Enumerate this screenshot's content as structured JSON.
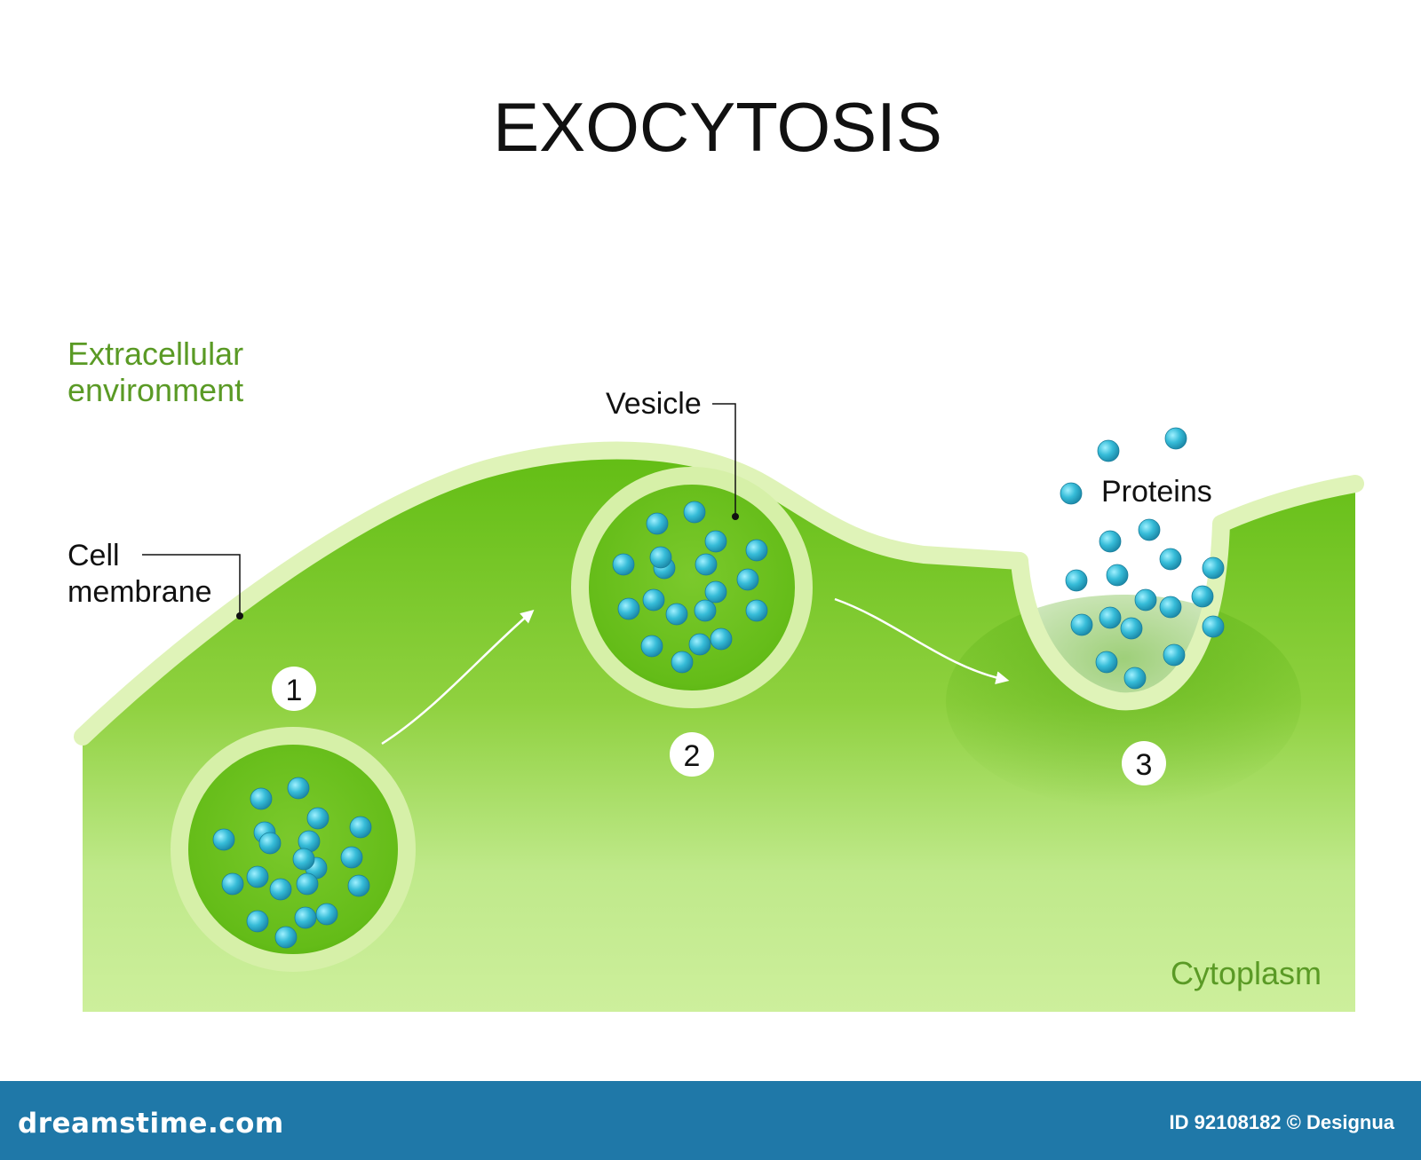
{
  "title": "EXOCYTOSIS",
  "labels": {
    "extracellular_line1": "Extracellular",
    "extracellular_line2": "environment",
    "cell_line1": "Cell",
    "cell_line2": "membrane",
    "vesicle": "Vesicle",
    "proteins": "Proteins",
    "cytoplasm": "Cytoplasm"
  },
  "steps": [
    "1",
    "2",
    "3"
  ],
  "watermark": {
    "brand": "dreamstime.com",
    "id_text": "ID 92108182 © Designua"
  },
  "colors": {
    "cytoplasm_dark": "#6fc21c",
    "cytoplasm_light": "#c6ec92",
    "membrane": "#dff3b8",
    "protein": "#2fb3cf",
    "label_green": "#5a9a25",
    "footer": "#1f78a8"
  },
  "icons": {
    "protein": "blue-sphere",
    "step_badge": "white-circle",
    "arrow": "curved-arrow"
  }
}
